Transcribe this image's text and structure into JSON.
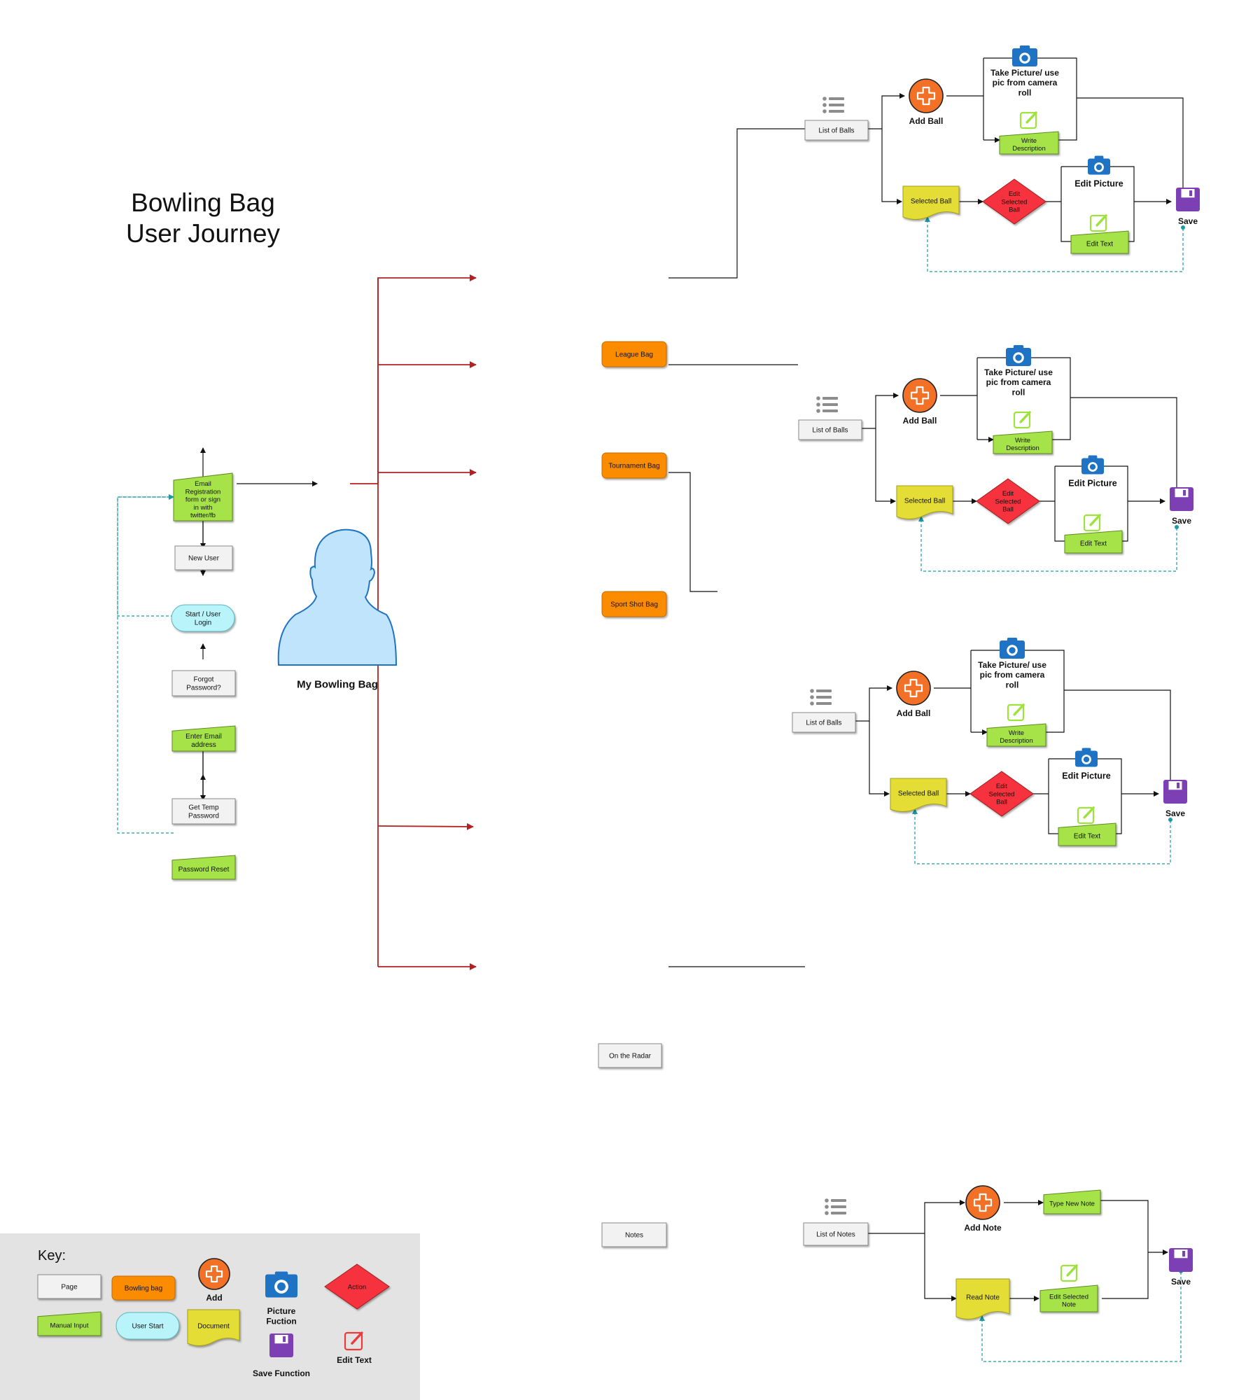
{
  "title": {
    "line1": "Bowling Bag",
    "line2": "User Journey"
  },
  "hub": {
    "label": "My Bowling Bag"
  },
  "login": {
    "email_registration": "Email Registration form or sign in with twitter/fb",
    "new_user": "New User",
    "start": "Start / User Login",
    "forgot": "Forgot Password?",
    "enter_email": "Enter Email address",
    "temp_password": "Get Temp Password",
    "password_reset": "Password Reset"
  },
  "bags": {
    "league": "League Bag",
    "tournament": "Tournament Bag",
    "sport": "Sport Shot Bag",
    "radar": "On the Radar",
    "notes": "Notes"
  },
  "flow": {
    "list_of_balls": "List of Balls",
    "add_ball": "Add Ball",
    "take_picture": "Take Picture/ use pic from camera roll",
    "write_description": "Write Description",
    "selected_ball": "Selected Ball",
    "edit_selected_ball": "Edit Selected Ball",
    "edit_picture": "Edit Picture",
    "edit_text": "Edit Text",
    "save": "Save"
  },
  "notes_flow": {
    "list_of_notes": "List of Notes",
    "add_note": "Add Note",
    "type_new_note": "Type New Note",
    "read_note": "Read Note",
    "edit_selected_note": "Edit Selected Note",
    "save": "Save"
  },
  "key": {
    "title": "Key:",
    "page": "Page",
    "bowling_bag": "Bowling bag",
    "add": "Add",
    "picture": "Picture Fuction",
    "action": "Action",
    "manual_input": "Manual Input",
    "user_start": "User Start",
    "document": "Document",
    "save": "Save Function",
    "edit_text": "Edit Text"
  },
  "colors": {
    "page": "#f2f2f2",
    "bowling_bag": "#fb8c00",
    "manual_input": "#a6e34a",
    "user_start": "#b9f4fb",
    "document": "#e3dd36",
    "action": "#f5333d",
    "add": "#f27127",
    "camera": "#1f73c5",
    "save": "#7c3fb4",
    "edit": "#9ee23c",
    "edit_text_key": "#ea3a3a",
    "dark_red": "#b22222",
    "dash_teal": "#1a9aa6",
    "person": "#bfe4fb"
  }
}
